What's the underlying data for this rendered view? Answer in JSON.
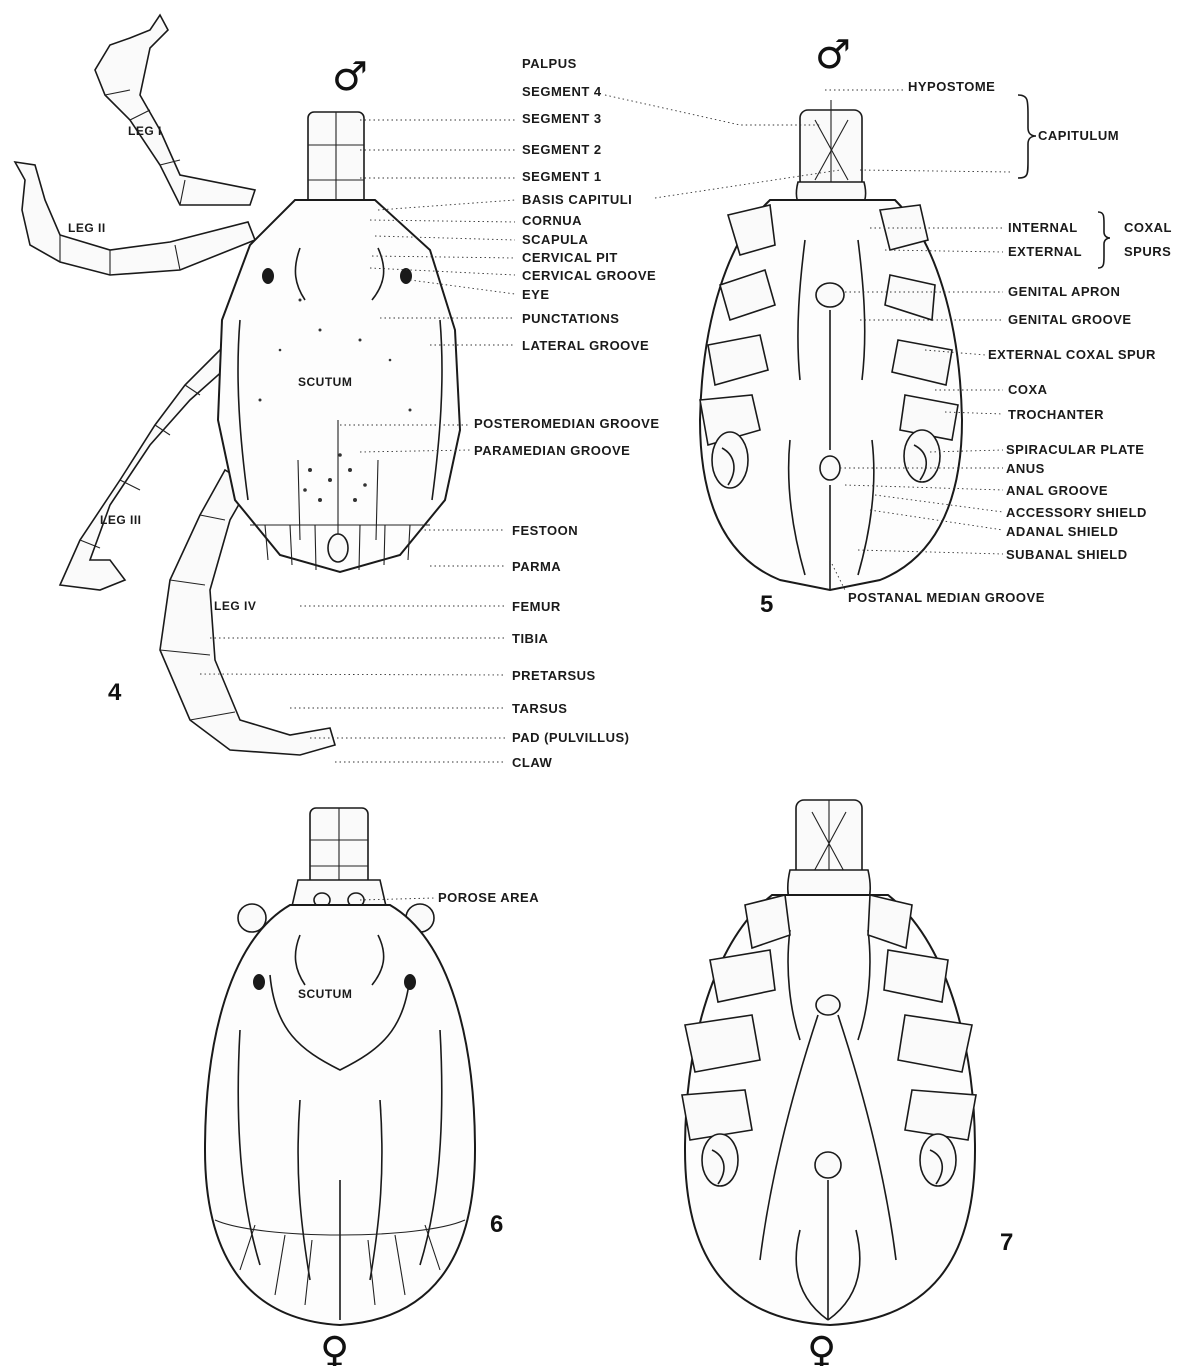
{
  "figures": {
    "fig4": {
      "number": "4",
      "sex_symbol": "♂",
      "in_drawing_labels": {
        "leg1": "LEG I",
        "leg2": "LEG II",
        "leg3": "LEG III",
        "leg4": "LEG IV",
        "scutum": "SCUTUM"
      },
      "callouts": [
        "PALPUS",
        "SEGMENT 4",
        "SEGMENT 3",
        "SEGMENT 2",
        "SEGMENT 1",
        "BASIS CAPITULI",
        "CORNUA",
        "SCAPULA",
        "CERVICAL PIT",
        "CERVICAL GROOVE",
        "EYE",
        "PUNCTATIONS",
        "LATERAL GROOVE",
        "POSTEROMEDIAN GROOVE",
        "PARAMEDIAN GROOVE",
        "FESTOON",
        "PARMA",
        "FEMUR",
        "TIBIA",
        "PRETARSUS",
        "TARSUS",
        "PAD (PULVILLUS)",
        "CLAW"
      ]
    },
    "fig5": {
      "number": "5",
      "sex_symbol": "♂",
      "capitulum_bracket": "CAPITULUM",
      "coxal_spurs_bracket": [
        "COXAL",
        "SPURS"
      ],
      "callouts": [
        "HYPOSTOME",
        "INTERNAL",
        "EXTERNAL",
        "GENITAL APRON",
        "GENITAL GROOVE",
        "EXTERNAL COXAL SPUR",
        "COXA",
        "TROCHANTER",
        "SPIRACULAR PLATE",
        "ANUS",
        "ANAL GROOVE",
        "ACCESSORY SHIELD",
        "ADANAL SHIELD",
        "SUBANAL SHIELD",
        "POSTANAL MEDIAN GROOVE"
      ]
    },
    "fig6": {
      "number": "6",
      "sex_symbol": "♀",
      "in_drawing_labels": {
        "scutum": "SCUTUM"
      },
      "callouts": [
        "POROSE AREA"
      ]
    },
    "fig7": {
      "number": "7",
      "sex_symbol": "♀"
    }
  },
  "colors": {
    "ink": "#1a1a1a",
    "paper": "#ffffff"
  }
}
